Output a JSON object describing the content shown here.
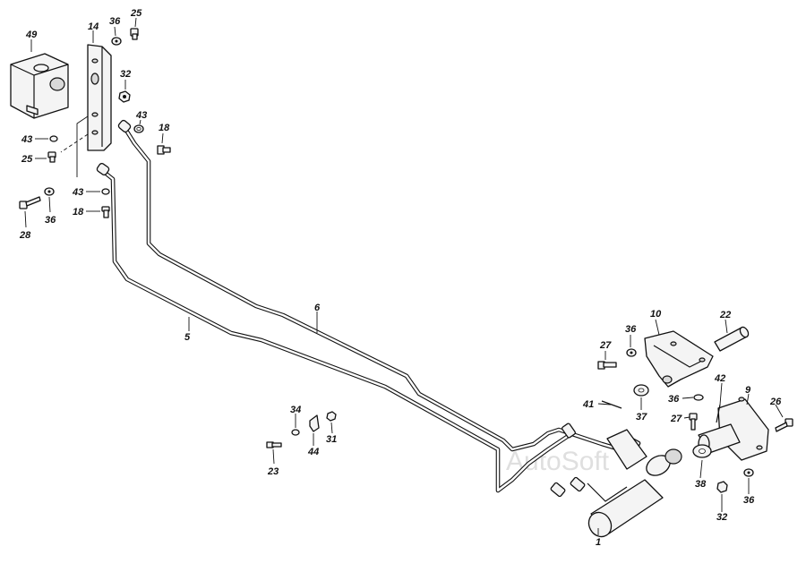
{
  "diagram": {
    "watermark": "AutoSoft",
    "callouts": {
      "c1": "1",
      "c5": "5",
      "c6": "6",
      "c9": "9",
      "c10": "10",
      "c14": "14",
      "c18a": "18",
      "c18b": "18",
      "c22": "22",
      "c23": "23",
      "c25a": "25",
      "c25b": "25",
      "c26": "26",
      "c27a": "27",
      "c27b": "27",
      "c28": "28",
      "c31": "31",
      "c32a": "32",
      "c32b": "32",
      "c34": "34",
      "c36a": "36",
      "c36b": "36",
      "c36c": "36",
      "c36d": "36",
      "c36e": "36",
      "c37": "37",
      "c38": "38",
      "c41": "41",
      "c42": "42",
      "c43a": "43",
      "c43b": "43",
      "c43c": "43",
      "c44": "44",
      "c49": "49"
    }
  }
}
